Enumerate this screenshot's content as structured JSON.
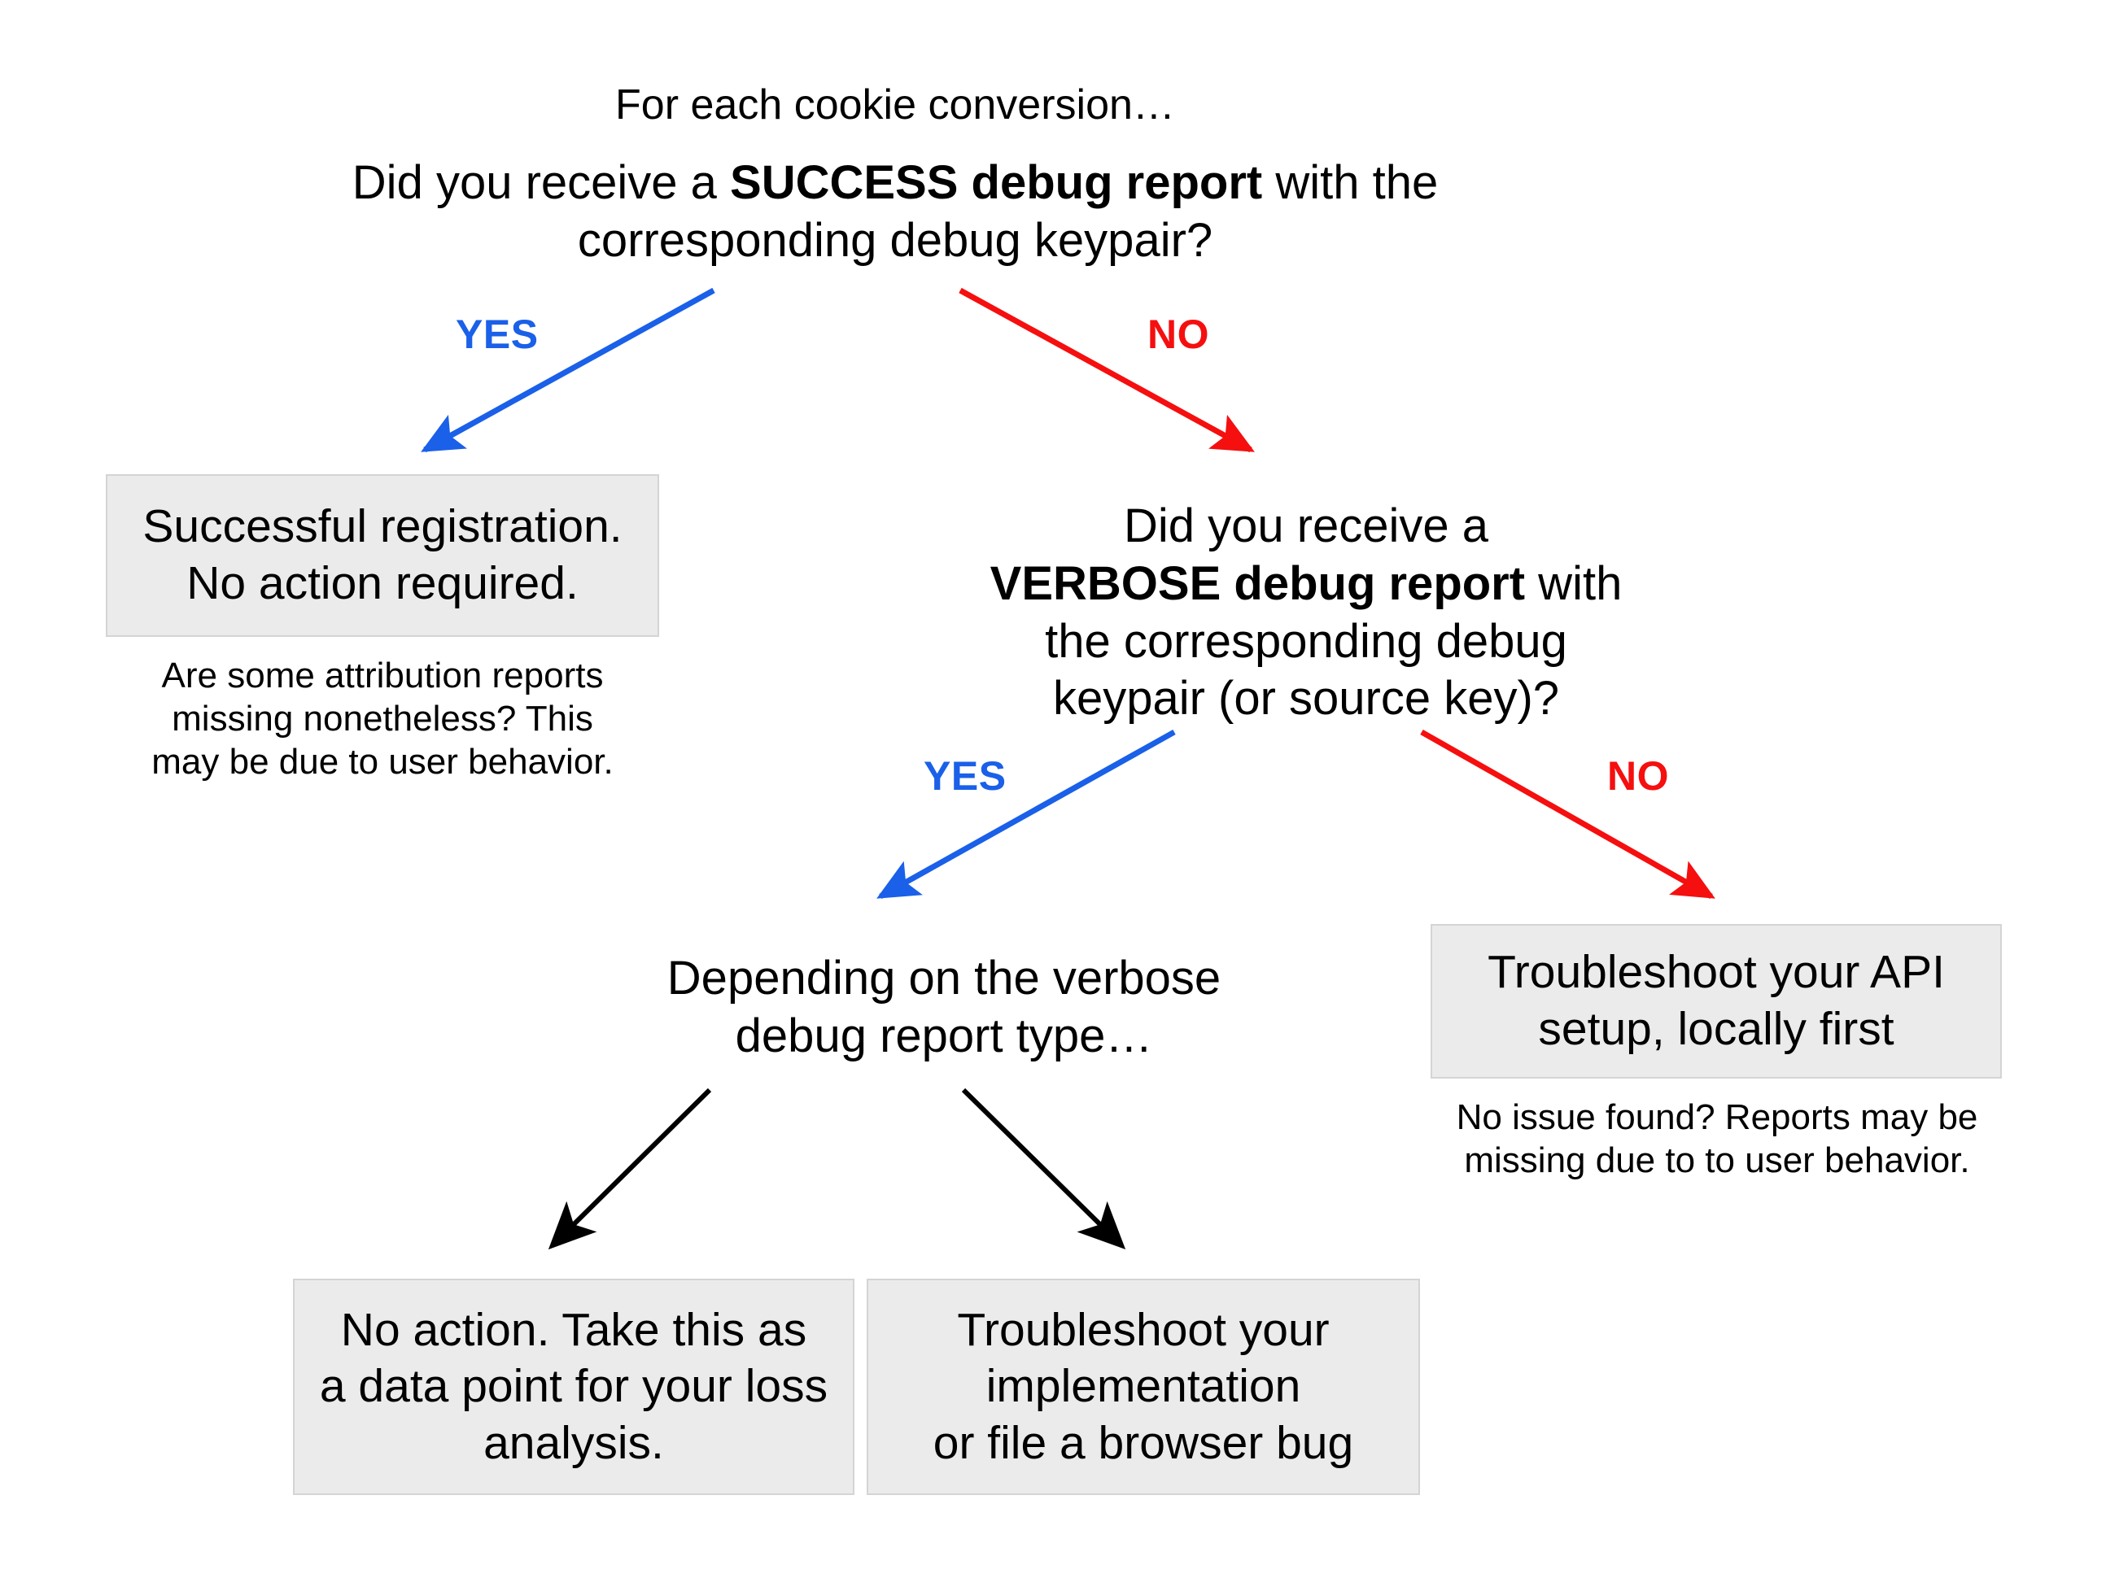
{
  "diagram": {
    "title_line": "For each cookie conversion…",
    "colors": {
      "yes": "#1a60e8",
      "no": "#f50f0f",
      "box_fill": "#ebebeb",
      "box_border": "#d4d4d4",
      "text": "#000000",
      "background": "#ffffff"
    },
    "question_1": {
      "prefix": "Did you receive a ",
      "emphasis": "SUCCESS debug report",
      "suffix": " with the\ncorresponding debug keypair?"
    },
    "question_2": {
      "prefix": "Did you receive a\n",
      "emphasis": "VERBOSE debug report",
      "suffix": " with\nthe corresponding debug\nkeypair (or source key)?"
    },
    "edges": [
      {
        "label": "YES",
        "kind": "yes"
      },
      {
        "label": "NO",
        "kind": "no"
      },
      {
        "label": "YES",
        "kind": "yes"
      },
      {
        "label": "NO",
        "kind": "no"
      }
    ],
    "box_success": "Successful registration.\nNo action required.",
    "caption_success": "Are some attribution reports\nmissing nonetheless? This\nmay be due to user behavior.",
    "branch_note": "Depending on the verbose\ndebug report type…",
    "box_api": "Troubleshoot your API\nsetup, locally first",
    "caption_api": "No issue found? Reports may be\nmissing due to to user behavior.",
    "box_no_action": "No action. Take this as\na data point for your loss\nanalysis.",
    "box_implementation": "Troubleshoot your\nimplementation\nor file a browser bug"
  }
}
